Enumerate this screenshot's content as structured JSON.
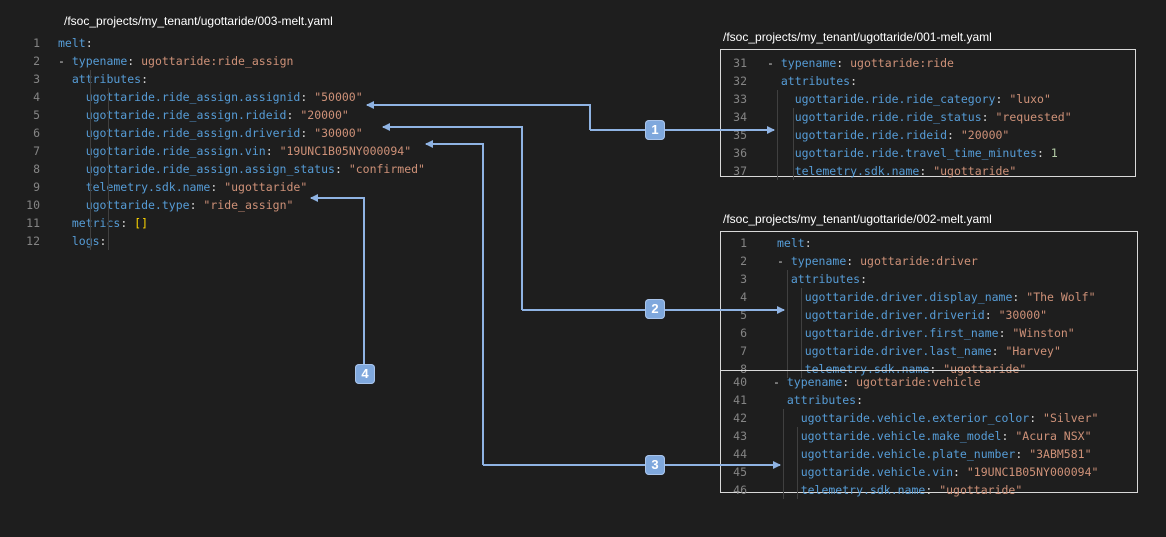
{
  "main_file": {
    "path": "/fsoc_projects/my_tenant/ugottaride/003-melt.yaml",
    "lines": [
      {
        "num": "1",
        "tokens": [
          {
            "t": "melt",
            "c": "k"
          },
          {
            "t": ":",
            "c": "p"
          }
        ]
      },
      {
        "num": "2",
        "tokens": [
          {
            "t": "- ",
            "c": "p"
          },
          {
            "t": "typename",
            "c": "k"
          },
          {
            "t": ": ",
            "c": "p"
          },
          {
            "t": "ugottaride:ride_assign",
            "c": "s"
          }
        ]
      },
      {
        "num": "3",
        "tokens": [
          {
            "t": "  attributes",
            "c": "k"
          },
          {
            "t": ":",
            "c": "p"
          }
        ]
      },
      {
        "num": "4",
        "tokens": [
          {
            "t": "    ugottaride.ride_assign.assignid",
            "c": "k"
          },
          {
            "t": ": ",
            "c": "p"
          },
          {
            "t": "\"50000\"",
            "c": "s"
          }
        ]
      },
      {
        "num": "5",
        "tokens": [
          {
            "t": "    ugottaride.ride_assign.rideid",
            "c": "k"
          },
          {
            "t": ": ",
            "c": "p"
          },
          {
            "t": "\"20000\"",
            "c": "s"
          }
        ]
      },
      {
        "num": "6",
        "tokens": [
          {
            "t": "    ugottaride.ride_assign.driverid",
            "c": "k"
          },
          {
            "t": ": ",
            "c": "p"
          },
          {
            "t": "\"30000\"",
            "c": "s"
          }
        ]
      },
      {
        "num": "7",
        "tokens": [
          {
            "t": "    ugottaride.ride_assign.vin",
            "c": "k"
          },
          {
            "t": ": ",
            "c": "p"
          },
          {
            "t": "\"19UNC1B05NY000094\"",
            "c": "s"
          }
        ]
      },
      {
        "num": "8",
        "tokens": [
          {
            "t": "    ugottaride.ride_assign.assign_status",
            "c": "k"
          },
          {
            "t": ": ",
            "c": "p"
          },
          {
            "t": "\"confirmed\"",
            "c": "s"
          }
        ]
      },
      {
        "num": "9",
        "tokens": [
          {
            "t": "    telemetry.sdk.name",
            "c": "k"
          },
          {
            "t": ": ",
            "c": "p"
          },
          {
            "t": "\"ugottaride\"",
            "c": "s"
          }
        ]
      },
      {
        "num": "10",
        "tokens": [
          {
            "t": "    ugottaride.type",
            "c": "k"
          },
          {
            "t": ": ",
            "c": "p"
          },
          {
            "t": "\"ride_assign\"",
            "c": "s"
          }
        ]
      },
      {
        "num": "11",
        "tokens": [
          {
            "t": "  metrics",
            "c": "k"
          },
          {
            "t": ": ",
            "c": "p"
          },
          {
            "t": "[]",
            "c": "b"
          }
        ]
      },
      {
        "num": "12",
        "tokens": [
          {
            "t": "  logs",
            "c": "k"
          },
          {
            "t": ":",
            "c": "p"
          }
        ]
      }
    ]
  },
  "ride_file": {
    "path": "/fsoc_projects/my_tenant/ugottaride/001-melt.yaml",
    "lines": [
      {
        "num": "31",
        "tokens": [
          {
            "t": "- ",
            "c": "p"
          },
          {
            "t": "typename",
            "c": "k"
          },
          {
            "t": ": ",
            "c": "p"
          },
          {
            "t": "ugottaride:ride",
            "c": "s"
          }
        ]
      },
      {
        "num": "32",
        "tokens": [
          {
            "t": "  attributes",
            "c": "k"
          },
          {
            "t": ":",
            "c": "p"
          }
        ]
      },
      {
        "num": "33",
        "tokens": [
          {
            "t": "    ugottaride.ride.ride_category",
            "c": "k"
          },
          {
            "t": ": ",
            "c": "p"
          },
          {
            "t": "\"luxo\"",
            "c": "s"
          }
        ]
      },
      {
        "num": "34",
        "tokens": [
          {
            "t": "    ugottaride.ride.ride_status",
            "c": "k"
          },
          {
            "t": ": ",
            "c": "p"
          },
          {
            "t": "\"requested\"",
            "c": "s"
          }
        ]
      },
      {
        "num": "35",
        "tokens": [
          {
            "t": "    ugottaride.ride.rideid",
            "c": "k"
          },
          {
            "t": ": ",
            "c": "p"
          },
          {
            "t": "\"20000\"",
            "c": "s"
          }
        ]
      },
      {
        "num": "36",
        "tokens": [
          {
            "t": "    ugottaride.ride.travel_time_minutes",
            "c": "k"
          },
          {
            "t": ": ",
            "c": "p"
          },
          {
            "t": "1",
            "c": "n"
          }
        ]
      },
      {
        "num": "37",
        "tokens": [
          {
            "t": "    telemetry.sdk.name",
            "c": "k"
          },
          {
            "t": ": ",
            "c": "p"
          },
          {
            "t": "\"ugottaride\"",
            "c": "s"
          }
        ]
      }
    ]
  },
  "driver_file": {
    "path": "/fsoc_projects/my_tenant/ugottaride/002-melt.yaml",
    "lines": [
      {
        "num": "1",
        "tokens": [
          {
            "t": "melt",
            "c": "k"
          },
          {
            "t": ":",
            "c": "p"
          }
        ]
      },
      {
        "num": "2",
        "tokens": [
          {
            "t": "- ",
            "c": "p"
          },
          {
            "t": "typename",
            "c": "k"
          },
          {
            "t": ": ",
            "c": "p"
          },
          {
            "t": "ugottaride:driver",
            "c": "s"
          }
        ]
      },
      {
        "num": "3",
        "tokens": [
          {
            "t": "  attributes",
            "c": "k"
          },
          {
            "t": ":",
            "c": "p"
          }
        ]
      },
      {
        "num": "4",
        "tokens": [
          {
            "t": "    ugottaride.driver.display_name",
            "c": "k"
          },
          {
            "t": ": ",
            "c": "p"
          },
          {
            "t": "\"The Wolf\"",
            "c": "s"
          }
        ]
      },
      {
        "num": "5",
        "tokens": [
          {
            "t": "    ugottaride.driver.driverid",
            "c": "k"
          },
          {
            "t": ": ",
            "c": "p"
          },
          {
            "t": "\"30000\"",
            "c": "s"
          }
        ]
      },
      {
        "num": "6",
        "tokens": [
          {
            "t": "    ugottaride.driver.first_name",
            "c": "k"
          },
          {
            "t": ": ",
            "c": "p"
          },
          {
            "t": "\"Winston\"",
            "c": "s"
          }
        ]
      },
      {
        "num": "7",
        "tokens": [
          {
            "t": "    ugottaride.driver.last_name",
            "c": "k"
          },
          {
            "t": ": ",
            "c": "p"
          },
          {
            "t": "\"Harvey\"",
            "c": "s"
          }
        ]
      },
      {
        "num": "8",
        "tokens": [
          {
            "t": "    telemetry.sdk.name",
            "c": "k"
          },
          {
            "t": ": ",
            "c": "p"
          },
          {
            "t": "\"ugottaride\"",
            "c": "s"
          }
        ]
      }
    ]
  },
  "vehicle_file": {
    "lines": [
      {
        "num": "40",
        "tokens": [
          {
            "t": "- ",
            "c": "p"
          },
          {
            "t": "typename",
            "c": "k"
          },
          {
            "t": ": ",
            "c": "p"
          },
          {
            "t": "ugottaride:vehicle",
            "c": "s"
          }
        ]
      },
      {
        "num": "41",
        "tokens": [
          {
            "t": "  attributes",
            "c": "k"
          },
          {
            "t": ":",
            "c": "p"
          }
        ]
      },
      {
        "num": "42",
        "tokens": [
          {
            "t": "    ugottaride.vehicle.exterior_color",
            "c": "k"
          },
          {
            "t": ": ",
            "c": "p"
          },
          {
            "t": "\"Silver\"",
            "c": "s"
          }
        ]
      },
      {
        "num": "43",
        "tokens": [
          {
            "t": "    ugottaride.vehicle.make_model",
            "c": "k"
          },
          {
            "t": ": ",
            "c": "p"
          },
          {
            "t": "\"Acura NSX\"",
            "c": "s"
          }
        ]
      },
      {
        "num": "44",
        "tokens": [
          {
            "t": "    ugottaride.vehicle.plate_number",
            "c": "k"
          },
          {
            "t": ": ",
            "c": "p"
          },
          {
            "t": "\"3ABM581\"",
            "c": "s"
          }
        ]
      },
      {
        "num": "45",
        "tokens": [
          {
            "t": "    ugottaride.vehicle.vin",
            "c": "k"
          },
          {
            "t": ": ",
            "c": "p"
          },
          {
            "t": "\"19UNC1B05NY000094\"",
            "c": "s"
          }
        ]
      },
      {
        "num": "46",
        "tokens": [
          {
            "t": "    telemetry.sdk.name",
            "c": "k"
          },
          {
            "t": ": ",
            "c": "p"
          },
          {
            "t": "\"ugottaride\"",
            "c": "s"
          }
        ]
      }
    ]
  },
  "badges": [
    "1",
    "2",
    "3",
    "4"
  ],
  "colors": {
    "background": "#1e1e1e",
    "key": "#569cd6",
    "string": "#ce9178",
    "line_number": "#858585",
    "bracket": "#ffd700",
    "number": "#b5cea8",
    "arrow": "#7fa8dd"
  }
}
